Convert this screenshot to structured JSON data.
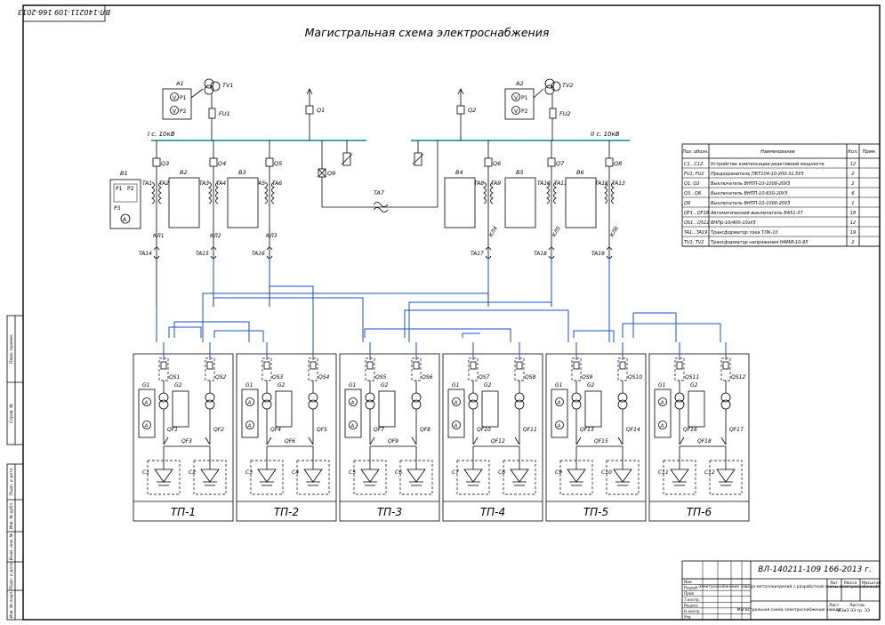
{
  "doc_code_rotated": "ВЛ-140211-109 166-2013",
  "title": "Магистральная схема электроснабжения",
  "buses": {
    "left": "I с. 10кВ",
    "right": "II с. 10кВ"
  },
  "instruments": {
    "left_panel": "A1",
    "right_panel": "A2",
    "left_vt": "TV1",
    "right_vt": "TV2",
    "left_fuse": "FU1",
    "right_fuse": "FU2",
    "meter_p1": "P1",
    "meter_p2": "P2"
  },
  "incomers": [
    "Q1",
    "Q2"
  ],
  "left_cells": {
    "labels": [
      "Q3",
      "Q4",
      "Q5"
    ],
    "cts": [
      "TA1",
      "TA2",
      "TA3",
      "TA4",
      "TA5",
      "TA6"
    ],
    "cables": [
      "КЛ1",
      "КЛ2",
      "КЛ3"
    ],
    "cable_cts": [
      "TA14",
      "TA15",
      "TA16"
    ]
  },
  "right_cells": {
    "labels": [
      "Q6",
      "Q7",
      "Q8"
    ],
    "cts": [
      "TA8",
      "TA9",
      "TA10",
      "TA11",
      "TA12",
      "TA13"
    ],
    "cables": [
      "КЛ4",
      "КЛ5",
      "КЛ6"
    ],
    "cable_cts": [
      "TA17",
      "TA18",
      "TA19"
    ]
  },
  "blocks_left": [
    "B1",
    "B2",
    "B3"
  ],
  "blocks_right": [
    "B4",
    "B5",
    "B6"
  ],
  "sectional": {
    "breaker": "Q9",
    "ct": "TA7"
  },
  "relay_panel": {
    "name": "B1",
    "p1": "P1",
    "p2": "P2",
    "p3": "P3"
  },
  "substations": [
    {
      "name": "ТП-1",
      "qs": [
        "QS1",
        "QS2"
      ],
      "qf": [
        "QF1",
        "QF2",
        "QF3"
      ],
      "c": [
        "C1",
        "C2"
      ]
    },
    {
      "name": "ТП-2",
      "qs": [
        "QS3",
        "QS4"
      ],
      "qf": [
        "QF4",
        "QF5",
        "QF6"
      ],
      "c": [
        "C3",
        "C4"
      ]
    },
    {
      "name": "ТП-3",
      "qs": [
        "QS5",
        "QS6"
      ],
      "qf": [
        "QF7",
        "QF8",
        "QF9"
      ],
      "c": [
        "C5",
        "C6"
      ]
    },
    {
      "name": "ТП-4",
      "qs": [
        "QS7",
        "QS8"
      ],
      "qf": [
        "QF10",
        "QF11",
        "QF12"
      ],
      "c": [
        "C7",
        "C8"
      ]
    },
    {
      "name": "ТП-5",
      "qs": [
        "QS9",
        "QS10"
      ],
      "qf": [
        "QF13",
        "QF14",
        "QF15"
      ],
      "c": [
        "C9",
        "C10"
      ]
    },
    {
      "name": "ТП-6",
      "qs": [
        "QS11",
        "QS12"
      ],
      "qf": [
        "QF16",
        "QF17",
        "QF18"
      ],
      "c": [
        "C11",
        "C12"
      ]
    }
  ],
  "sub_labels": {
    "g1": "G1",
    "g2": "G2",
    "p1": "P1",
    "p2": "P2"
  },
  "spec_table": {
    "headers": [
      "Поз. обозн.",
      "Наименование",
      "Кол.",
      "Прим."
    ],
    "rows": [
      [
        "C1...C12",
        "Устройство компенсации реактивной мощности",
        "12",
        ""
      ],
      [
        "FU1, FU2",
        "Предохранитель ПКТ104-10-200-31,5УЗ",
        "2",
        ""
      ],
      [
        "Q1, Q2",
        "Выключатель ВНПП-10-1000-20УЗ",
        "2",
        ""
      ],
      [
        "Q3...Q8",
        "Выключатель ВНПП-10-630-20УЗ",
        "6",
        ""
      ],
      [
        "Q9",
        "Выключатель ВНПП-10-1000-20УЗ",
        "1",
        ""
      ],
      [
        "QF1...QF18",
        "Автоматический выключатель ВА51-37",
        "18",
        ""
      ],
      [
        "QS1...QS12",
        "ВНПр-10/400-10зУЗ",
        "12",
        ""
      ],
      [
        "TA1...TA19",
        "Трансформатор тока ТЛК-10",
        "19",
        ""
      ],
      [
        "TV1, TV2",
        "Трансформатор напряжения НАМИ-10-95",
        "2",
        ""
      ]
    ]
  },
  "stamp": {
    "code": "ВЛ-140211-109 166-2013 г.",
    "subject": "Электроснабжение завода металлоизделий с разработкой схемы электроснабжения",
    "sheet_title": "Магистральная схема электроснабжения завода",
    "org": "ИЭиЭ ЭЭ гр. ЭЭ",
    "col_lit": "Лит.",
    "col_mass": "Масса",
    "col_scale": "Масштаб",
    "sheet": "Лист",
    "sheets": "Листов",
    "rows": [
      "Изм.",
      "Разраб.",
      "Пров.",
      "Т.контр.",
      "Реценз.",
      "Н.контр.",
      "Утв."
    ]
  },
  "left_margin": [
    "Перв. примен.",
    "Справ. №",
    "Подп. и дата",
    "Инв. № дубл.",
    "Взам. инв. №",
    "Подп. и дата",
    "Инв. № подл."
  ]
}
